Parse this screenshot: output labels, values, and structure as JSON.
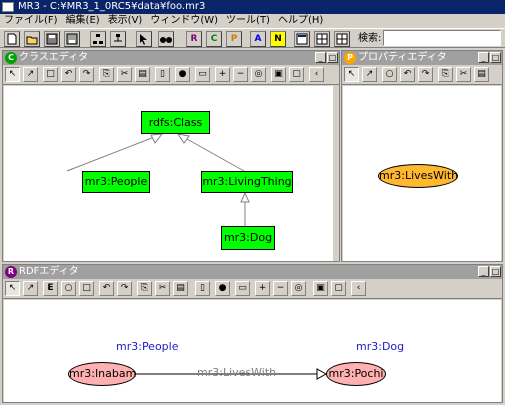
{
  "window": {
    "title": "MR3 - C:¥MR3_1_0RC5¥data¥foo.mr3"
  },
  "menu": [
    {
      "label": "ファイル(F)"
    },
    {
      "label": "編集(E)"
    },
    {
      "label": "表示(V)"
    },
    {
      "label": "ウィンドウ(W)"
    },
    {
      "label": "ツール(T)"
    },
    {
      "label": "ヘルプ(H)"
    }
  ],
  "toolbar": {
    "letter_buttons": [
      {
        "label": "R",
        "color": "#800080"
      },
      {
        "label": "C",
        "color": "#008000"
      },
      {
        "label": "P",
        "color": "#ffa500"
      },
      {
        "label": "A",
        "color": "#0000ff"
      },
      {
        "label": "N",
        "color": "#ffff00"
      }
    ],
    "search_label": "検索:",
    "search_value": ""
  },
  "class_editor": {
    "title": "クラスエディタ",
    "icon_letter": "C",
    "icon_color": "#00a000",
    "nodes": {
      "class": "rdfs:Class",
      "people": "mr3:People",
      "living": "mr3:LivingThing",
      "dog": "mr3:Dog"
    }
  },
  "property_editor": {
    "title": "プロパティエディタ",
    "icon_letter": "P",
    "icon_color": "#ffa500",
    "node": "mr3:LivesWith",
    "node_color": "#ffb830"
  },
  "rdf_editor": {
    "title": "RDFエディタ",
    "icon_letter": "R",
    "icon_color": "#800080",
    "subject": {
      "type": "mr3:People",
      "label": "mr3:Inabam"
    },
    "object": {
      "type": "mr3:Dog",
      "label": "mr3:Pochi"
    },
    "predicate": "mr3:LivesWith",
    "node_color": "#ffb0b0"
  },
  "window_buttons": {
    "minimize": "_",
    "maximize": "□"
  }
}
